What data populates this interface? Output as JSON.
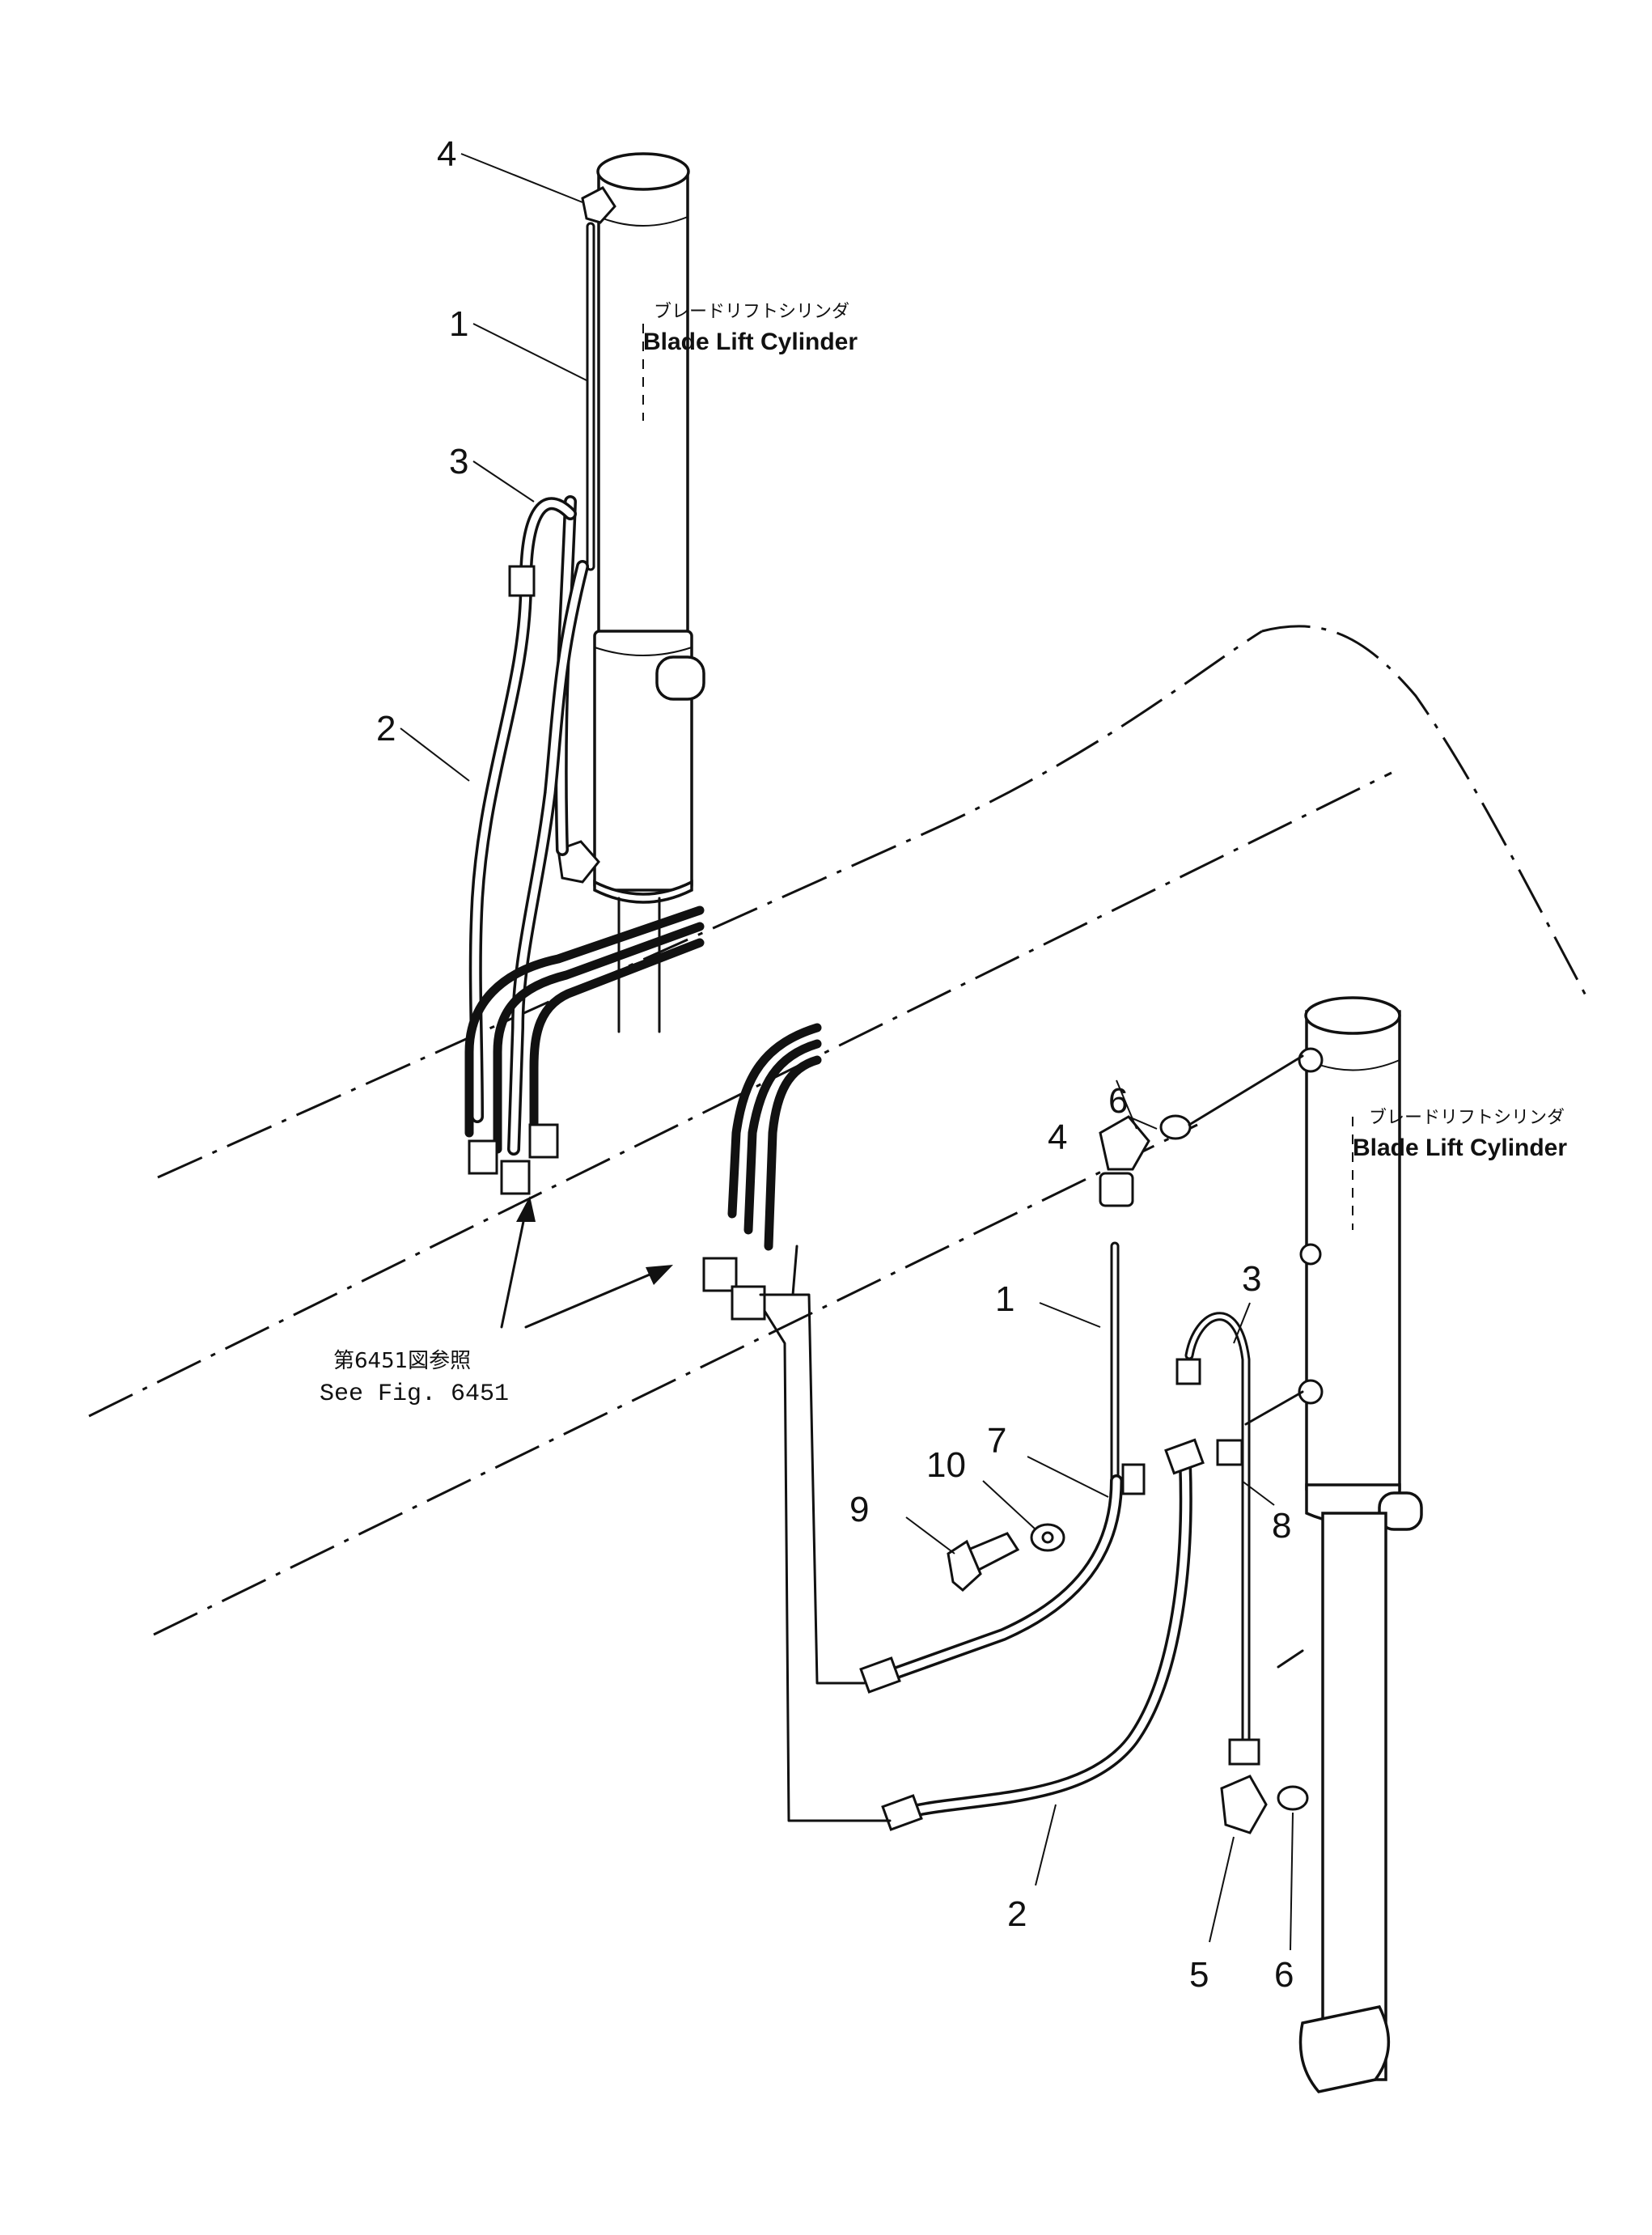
{
  "labels": {
    "cylinder_top_jp": "ブレードリフトシリンダ",
    "cylinder_top_en": "Blade Lift Cylinder",
    "cylinder_right_jp": "ブレードリフトシリンダ",
    "cylinder_right_en": "Blade Lift Cylinder",
    "see_fig_jp": "第6451図参照",
    "see_fig_en": "See Fig. 6451"
  },
  "callouts_top": [
    "4",
    "1",
    "3",
    "2"
  ],
  "callouts_right": [
    "6",
    "4",
    "3",
    "1",
    "7",
    "10",
    "9",
    "8",
    "2",
    "5",
    "6"
  ]
}
